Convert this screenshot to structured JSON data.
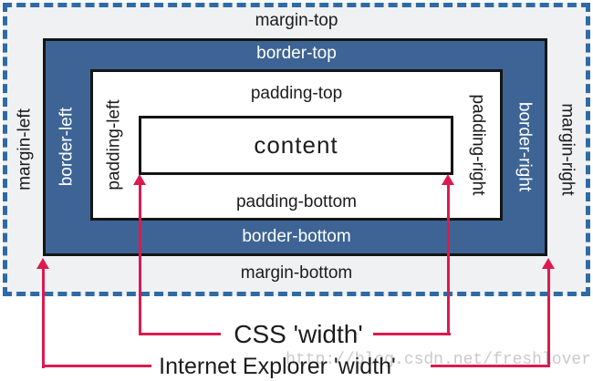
{
  "diagram": {
    "labels": {
      "margin_top": "margin-top",
      "border_top": "border-top",
      "padding_top": "padding-top",
      "content": "content",
      "padding_bottom": "padding-bottom",
      "border_bottom": "border-bottom",
      "margin_bottom": "margin-bottom",
      "margin_left": "margin-left",
      "border_left": "border-left",
      "padding_left": "padding-left",
      "padding_right": "padding-right",
      "border_right": "border-right",
      "margin_right": "margin-right"
    },
    "annotations": {
      "css_width": "CSS 'width'",
      "ie_width": "Internet Explorer 'width'"
    },
    "watermark": "http://blog.csdn.net/freshlover",
    "colors": {
      "border_fill": "#3d6494",
      "margin_fill": "#f0f1f3",
      "dashed_border": "#2f6ba3",
      "arrow": "#dc1a50",
      "box_outline": "#151515",
      "label_dark": "#1c1c1c",
      "label_light": "#ffffff",
      "watermark": "#c9cacc"
    }
  }
}
